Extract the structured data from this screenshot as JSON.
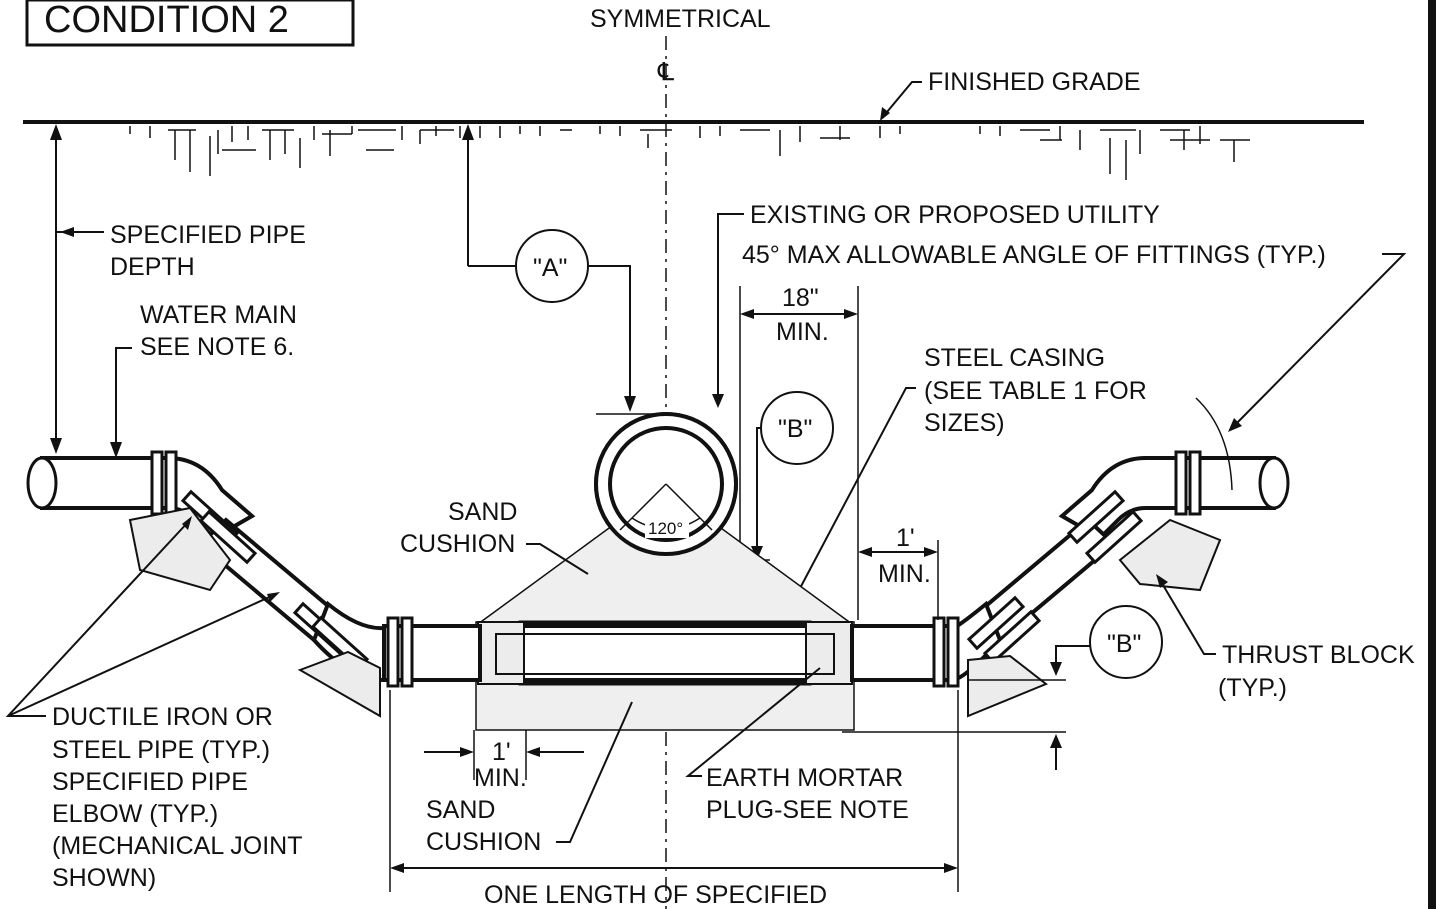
{
  "title": "CONDITION 2",
  "labels": {
    "symmetrical": "SYMMETRICAL",
    "centerline": "℄",
    "finished_grade": "FINISHED GRADE",
    "existing_utility": "EXISTING OR PROPOSED UTILITY",
    "max_angle": "45° MAX ALLOWABLE ANGLE OF FITTINGS (TYP.)",
    "specified_depth_1": "SPECIFIED PIPE",
    "specified_depth_2": "DEPTH",
    "water_main_1": "WATER MAIN",
    "water_main_2": "SEE NOTE 6.",
    "callout_a": "\"A\"",
    "callout_b1": "\"B\"",
    "callout_b2": "\"B\"",
    "dim_18_value": "18\"",
    "dim_18_min": "MIN.",
    "steel_casing_1": "STEEL CASING",
    "steel_casing_2": "(SEE TABLE 1  FOR",
    "steel_casing_3": "SIZES)",
    "sand_cushion_top_1": "SAND",
    "sand_cushion_top_2": "CUSHION",
    "angle_120": "120°",
    "dim_1ft_right_value": "1'",
    "dim_1ft_right_min": "MIN.",
    "thrust_block_1": "THRUST BLOCK",
    "thrust_block_2": "(TYP.)",
    "ductile_1": "DUCTILE IRON OR",
    "ductile_2": "STEEL PIPE (TYP.)",
    "ductile_3": "SPECIFIED PIPE",
    "ductile_4": "ELBOW (TYP.)",
    "ductile_5": "(MECHANICAL JOINT",
    "ductile_6": "SHOWN)",
    "dim_1ft_left_value": "1'",
    "dim_1ft_left_min": "MIN.",
    "sand_cushion_bottom_1": "SAND",
    "sand_cushion_bottom_2": "CUSHION",
    "earth_mortar_1": "EARTH MORTAR",
    "earth_mortar_2": "PLUG-SEE NOTE",
    "one_length": "ONE LENGTH OF SPECIFIED"
  }
}
